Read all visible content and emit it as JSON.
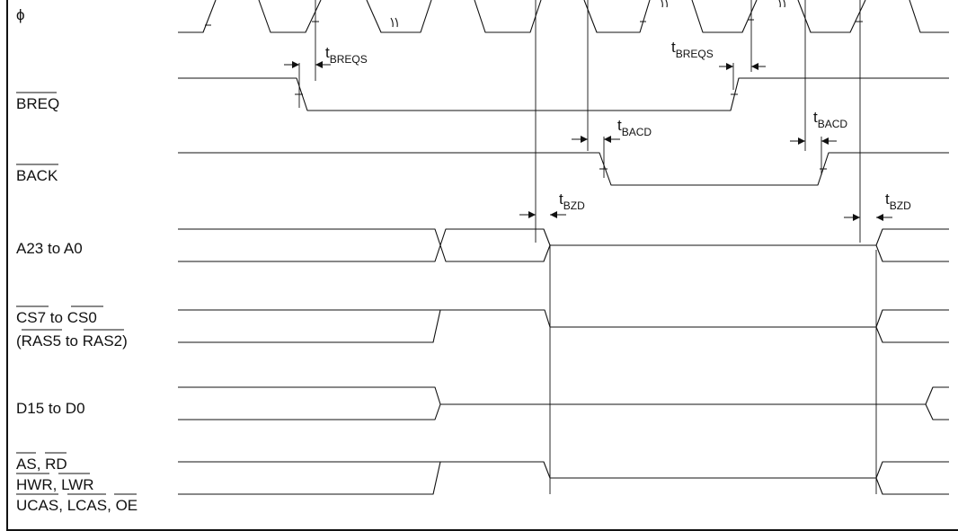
{
  "signals": {
    "phi": "ϕ",
    "breq": "BREQ",
    "back": "BACK",
    "address": "A23 to A0",
    "cs_line1": {
      "a": "CS7",
      "mid": " to ",
      "b": "CS0"
    },
    "cs_line2": {
      "open": "(",
      "a": "RAS5",
      "mid": " to ",
      "b": "RAS2",
      "close": ")"
    },
    "data": "D15 to D0",
    "ctrl_line1": {
      "a": "AS",
      "mid": ", ",
      "b": "RD"
    },
    "ctrl_line2": {
      "a": "HWR",
      "mid": ", ",
      "b": "LWR"
    },
    "ctrl_line3": {
      "a": "UCAS",
      "mid1": ", ",
      "b": "LCAS",
      "mid2": ", ",
      "c": "OE"
    }
  },
  "timing": {
    "t_breqs_main": "t",
    "t_breqs_sub": "BREQS",
    "t_bacd_main": "t",
    "t_bacd_sub": "BACD",
    "t_bzd_main": "t",
    "t_bzd_sub": "BZD"
  },
  "colors": {
    "line": "#111111",
    "background": "#ffffff"
  }
}
